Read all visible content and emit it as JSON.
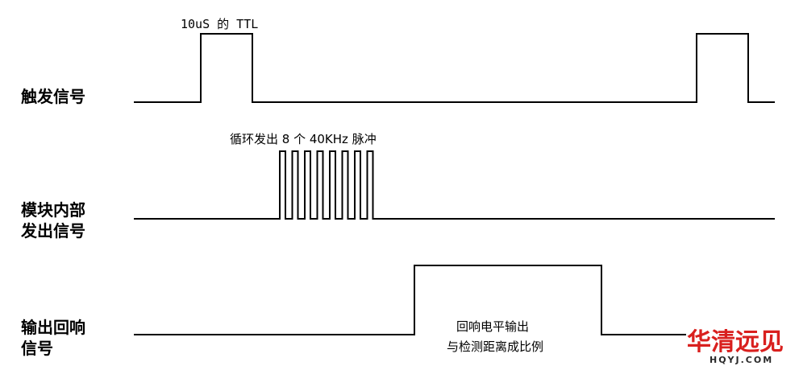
{
  "labels": {
    "trigger": "触发信号",
    "module_line1": "模块内部",
    "module_line2": "发出信号",
    "echo_line1": "输出回响",
    "echo_line2": "信号"
  },
  "annotations": {
    "ttl_pulse": "10uS 的 TTL",
    "burst": "循环发出 8 个 40KHz 脉冲",
    "echo_line1": "回响电平输出",
    "echo_line2": "与检测距离成比例"
  },
  "watermark": {
    "brand": "华清远见",
    "site": "HQYJ.COM",
    "color": "#d9201e"
  },
  "burst_pulse_count": 8
}
